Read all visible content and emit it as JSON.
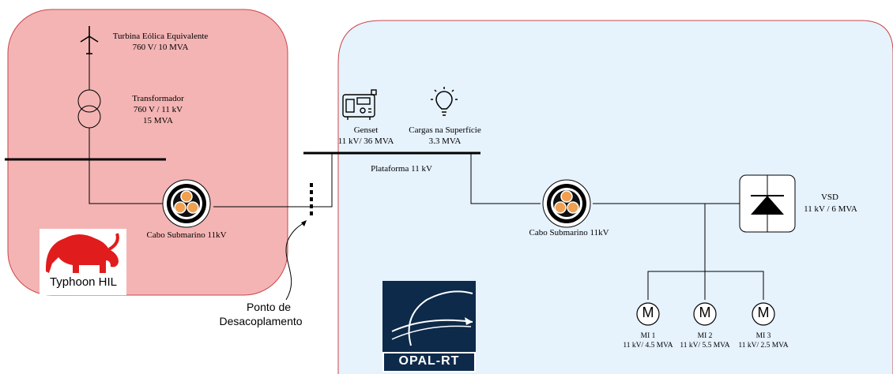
{
  "colors": {
    "left_zone_fill": "#f4b4b4",
    "left_zone_stroke": "#c9464a",
    "right_zone_fill": "#e6f2fc",
    "right_zone_stroke": "#c9464a",
    "logo_red": "#e01c1c",
    "opal_navy": "#0d2a4a"
  },
  "left": {
    "turbine_name": "Turbina Eólica Equivalente",
    "turbine_rating": "760 V/ 10 MVA",
    "transformer_name": "Transformador",
    "transformer_v": "760 V / 11 kV",
    "transformer_s": "15 MVA",
    "cable_label": "Cabo Submarino 11kV",
    "typhoon_text": "Typhoon HIL"
  },
  "decoupling": {
    "line1": "Ponto de",
    "line2": "Desacoplamento"
  },
  "right": {
    "genset_name": "Genset",
    "genset_rating": "11 kV/ 36 MVA",
    "loads_name": "Cargas na Superfície",
    "loads_rating": "3.3 MVA",
    "bus_label": "Plataforma 11 kV",
    "cable_label": "Cabo Submarino 11kV",
    "vsd_name": "VSD",
    "vsd_rating": "11 kV / 6 MVA",
    "motor_symbol": "M",
    "motors": [
      {
        "name": "MI 1",
        "rating": "11 kV/ 4.5 MVA"
      },
      {
        "name": "MI 2",
        "rating": "11 kV/ 5.5 MVA"
      },
      {
        "name": "MI 3",
        "rating": "11 kV/ 2.5 MVA"
      }
    ],
    "opal_text": "OPAL-RT"
  }
}
